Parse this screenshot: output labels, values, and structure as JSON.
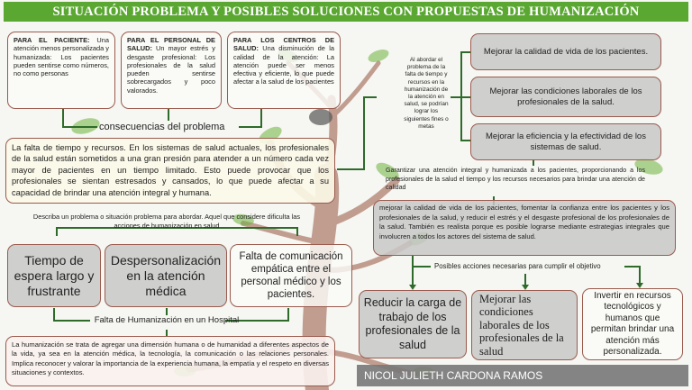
{
  "title": "SITUACIÓN PROBLEMA Y POSIBLES SOLUCIONES CON PROPUESTAS DE HUMANIZACIÓN",
  "consequences": [
    {
      "head": "PARA EL PACIENTE:",
      "body": " Una atención menos personalizada y humanizada: Los pacientes pueden sentirse como números, no como personas"
    },
    {
      "head": "PARA EL PERSONAL DE SALUD:",
      "body": " Un mayor estrés y desgaste profesional: Los profesionales de la salud pueden sentirse sobrecargados y poco valorados."
    },
    {
      "head": "PARA LOS CENTROS DE SALUD:",
      "body": " Una disminución de la calidad de la atención: La atención puede ser menos efectiva y eficiente, lo que puede afectar a la salud de los pacientes"
    }
  ],
  "consequences_label": "consecuencias del problema",
  "problem_text": "La falta de tiempo y recursos. En los sistemas de salud actuales, los profesionales de la salud están sometidos a una gran presión para atender a un número cada vez mayor de pacientes en un tiempo limitado. Esto puede provocar que los profesionales se sientan estresados y cansados, lo que puede afectar a su capacidad de brindar una atención integral y humana.",
  "describe_label": "Describa un problema o situación problema para abordar. Aquel que considere dificulta las acciones de humanización en salud",
  "causes": [
    "Tiempo de espera largo y frustrante",
    "Despersonalización en la atención médica",
    "Falta de comunicación empática entre el personal médico y los pacientes."
  ],
  "causes_label": "Falta de Humanización en un Hospital",
  "definition_text": "La humanización se trata de agregar una dimensión humana o de humanidad a diferentes aspectos de la vida, ya sea en la atención médica, la tecnología, la comunicación o las relaciones personales. Implica reconocer y valorar la importancia de la experiencia humana, la empatía y el respeto en diversas situaciones y contextos.",
  "approach_text": "Al abordar el problema de la falta de tiempo y recursos en la humanización de la atención en salud, se podrían lograr los siguientes fines o metas",
  "goals": [
    "Mejorar la calidad de vida de los pacientes.",
    "Mejorar las condiciones laborales de los profesionales de la salud.",
    "Mejorar la eficiencia y la efectividad de los sistemas de salud."
  ],
  "guarantee_text": "Garantizar una atención integral y humanizada a los pacientes, proporcionando a los profesionales de la salud el tiempo y los recursos necesarios para brindar una atención de calidad",
  "improve_text": "mejorar la calidad de vida de los pacientes, fomentar la confianza entre los pacientes y los profesionales de la salud, y reducir el estrés y el desgaste profesional de los profesionales de la salud. También es realista porque es posible lograrse mediante estrategias integrales que involucren a todos los actores del sistema de salud.",
  "actions_label": "Posibles acciones necesarias para cumplir el  objetivo",
  "actions": [
    "Reducir la carga de trabajo de los profesionales de la salud",
    "Mejorar las condiciones laborales de los profesionales de la salud",
    "Invertir en recursos tecnológicos y humanos que permitan brindar una atención más personalizada."
  ],
  "author": "NICOL JULIETH CARDONA RAMOS",
  "colors": {
    "banner": "#5aa832",
    "border": "#9a5b4e",
    "connector": "#2e6b2a",
    "tree": "#a3705a",
    "leaf": "#6db33f"
  }
}
